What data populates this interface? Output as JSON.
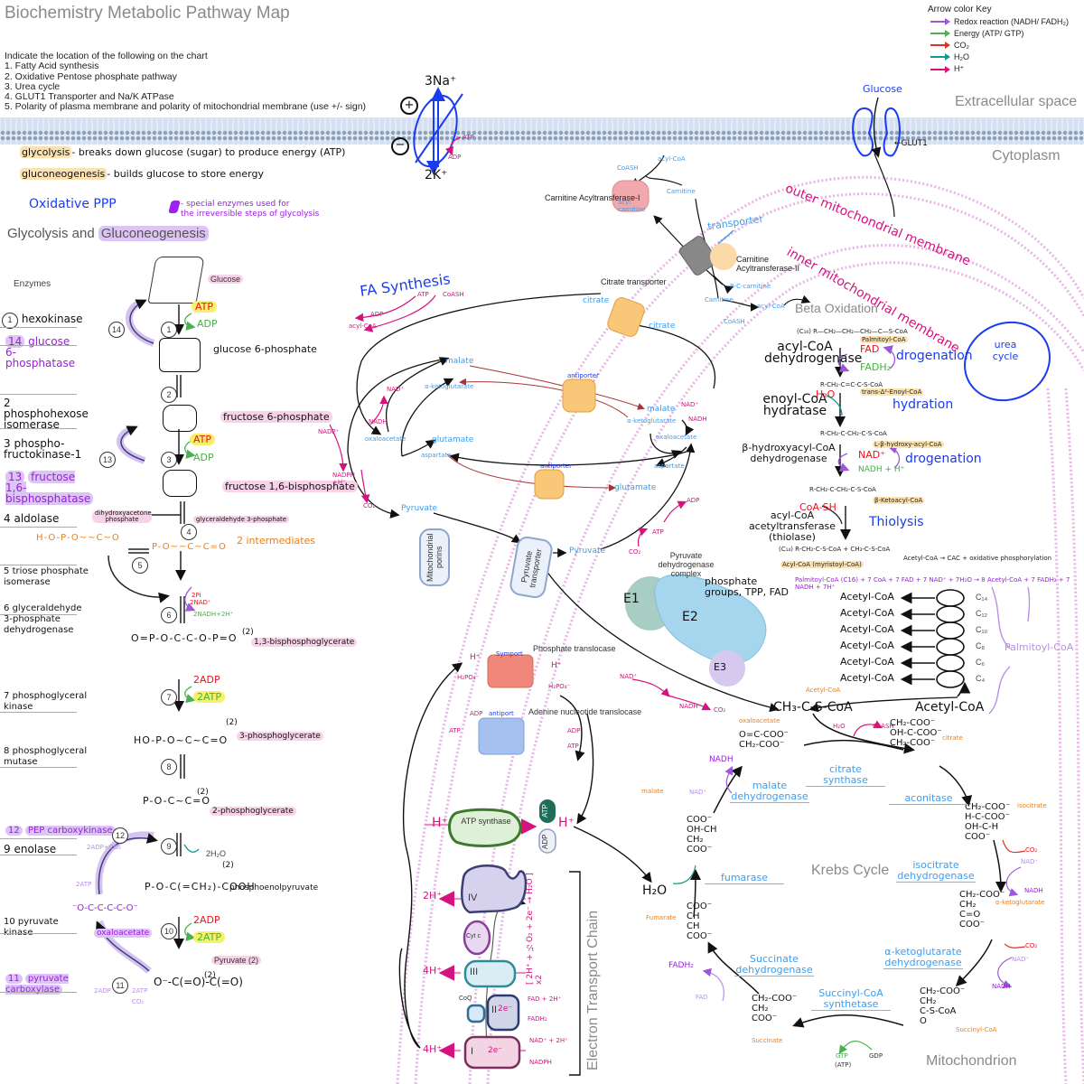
{
  "title": "Biochemistry Metabolic Pathway Map",
  "instructions": {
    "heading": "Indicate the location of the following on the chart",
    "items": [
      "1. Fatty Acid synthesis",
      "2. Oxidative Pentose phosphate pathway",
      "3. Urea cycle",
      "4. GLUT1 Transporter and Na/K ATPase",
      "5. Polarity of plasma membrane and polarity of mitochondrial membrane (use +/- sign)"
    ]
  },
  "arrow_key": {
    "title": "Arrow color Key",
    "items": [
      {
        "label": "Redox reaction (NADH/ FADH₂)",
        "color": "#9b59d9"
      },
      {
        "label": "Energy (ATP/ GTP)",
        "color": "#4caf50"
      },
      {
        "label": "CO₂",
        "color": "#d9342b"
      },
      {
        "label": "H₂O",
        "color": "#0f9a8e"
      },
      {
        "label": "H⁺",
        "color": "#d6127f"
      }
    ]
  },
  "regions": {
    "extracellular": "Extracellular space",
    "cytoplasm": "Cytoplasm",
    "outer_membrane": "outer mitochondrial membrane",
    "inner_membrane": "inner mitochondrial membrane",
    "beta_oxidation": "Beta Oxidation",
    "krebs": "Krebs Cycle",
    "mitochondrion": "Mitochondrion",
    "etc": "Electron Transport Chain",
    "fa_synthesis": "FA Synthesis",
    "urea_cycle": "urea cycle"
  },
  "plasma_membrane": {
    "na_k_pump": {
      "na": "3Na⁺",
      "k": "2K⁺",
      "atp": "ATP",
      "adp": "ADP",
      "plus": "+",
      "minus": "−"
    },
    "glut1": {
      "glucose": "Glucose",
      "label": "←GLUT1"
    }
  },
  "notes": {
    "glycolysis_term": "glycolysis",
    "glycolysis_def": "- breaks down glucose (sugar) to produce energy (ATP)",
    "gluconeo_term": "gluconeogenesis",
    "gluconeo_def": "- builds glucose to store energy",
    "oxidative_ppp": "Oxidative PPP",
    "special_enzymes_1": "- special enzymes used for",
    "special_enzymes_2": "the irreversible steps of glycolysis"
  },
  "glycolysis": {
    "section_a": "Glycolysis and ",
    "section_b": "Gluconeogenesis",
    "enzymes_header": "Enzymes",
    "enzymes": [
      {
        "num": "1",
        "name": "hexokinase"
      },
      {
        "num": "14",
        "name": "glucose 6-phosphatase"
      },
      {
        "num": "2",
        "name": "phosphohexose isomerase"
      },
      {
        "num": "3",
        "name": "phospho-fructokinase-1"
      },
      {
        "num": "13",
        "name": "fructose 1,6-bisphosphatase"
      },
      {
        "num": "4",
        "name": "aldolase"
      },
      {
        "num": "5",
        "name": "triose phosphate isomerase"
      },
      {
        "num": "6",
        "name": "glyceraldehyde 3-phosphate dehydrogenase"
      },
      {
        "num": "7",
        "name": "phosphoglyceral kinase"
      },
      {
        "num": "8",
        "name": "phosphoglyceral mutase"
      },
      {
        "num": "12",
        "name": "PEP carboxykinase"
      },
      {
        "num": "9",
        "name": "enolase"
      },
      {
        "num": "10",
        "name": "pyruvate kinase"
      },
      {
        "num": "11",
        "name": "pyruvate carboxylase"
      }
    ],
    "metabolites": {
      "glucose": "Glucose",
      "g6p": "glucose 6-phosphate",
      "f6p": "fructose 6-phosphate",
      "f16bp": "fructose 1,6-bisphosphate",
      "dhap": "dihydroxyacetone phosphate",
      "g3p": "glyceraldehyde 3-phosphate",
      "two_intermediates": "2 intermediates",
      "bpg13": "1,3-bisphosphoglycerate",
      "pg3": "3-phosphoglycerate",
      "pg2": "2-phosphoglycerate",
      "pep": "phosphoenolpyruvate",
      "pyruvate": "Pyruvate (2)",
      "oxaloacetate": "oxaloacetate",
      "x2": "(2)"
    },
    "cofactors": {
      "atp": "ATP",
      "adp": "ADP",
      "step6_in1": "2Pi",
      "step6_in2": "2NAD⁺",
      "step6_out": "2NADH+2H⁺",
      "two_adp": "2ADP",
      "two_atp": "2ATP",
      "two_h2o": "2H₂O",
      "pepck_out": "2ADP+CO₂",
      "pepck_in": "2ATP",
      "pc_out": "2ADP",
      "pc_in": "2ATP",
      "pc_co2": "CO₂"
    },
    "step_numbers": [
      "1",
      "2",
      "3",
      "4",
      "5",
      "6",
      "7",
      "8",
      "9",
      "10",
      "11",
      "12",
      "13",
      "14"
    ]
  },
  "fa_synthesis": {
    "atp": "ATP",
    "adp": "ADP",
    "coash": "CoASH",
    "acylcoa": "acyl-CoA",
    "nadp": "NADP⁺",
    "nadph": "NADPH +H⁺",
    "co2": "CO₂",
    "nad": "NAD⁺",
    "nadh": "NADH"
  },
  "shuttles": {
    "citrate_transporter": "Citrate transporter",
    "citrate": "citrate",
    "antiporter": "antiporter",
    "malate": "malate",
    "akg": "α-ketoglutarate",
    "oaa": "oxaloacetate",
    "glutamate": "glutamate",
    "aspartate": "aspartate",
    "pyruvate": "Pyruvate",
    "porins": "Mitochondrial porins",
    "pyruvate_transporter": "Pyruvate transporter",
    "adp": "ADP",
    "atp": "ATP",
    "co2": "CO₂",
    "nad": "NAD⁺",
    "nadh": "NADH"
  },
  "carnitine": {
    "cat1": "Carnitine Acyltransferase-I",
    "cat2": "Carnitine Acyltransferase-II",
    "transporter": "transporter",
    "coash": "CoASH",
    "acylcoa": "acyl-CoA",
    "carnitine": "Carnitine",
    "acylcarnitine": "acyl carnitine",
    "r_carnitine": "R-C-carnitine"
  },
  "beta_ox": {
    "palmitoyl_struct": "(C₁₆) R—CH₂—CH₂—CH₂—C—S-CoA",
    "palmitoyl": "Palmitoyl-CoA",
    "steps": [
      {
        "enzyme": "acyl-CoA dehydrogenase",
        "in": "FAD",
        "out": "FADH₂",
        "type": "drogenation",
        "product_struct": "R-CH₂-C=C-C-S-CoA",
        "product": "trans-Δ²-Enoyl-CoA"
      },
      {
        "enzyme": "enoyl-CoA hydratase",
        "in": "H₂O",
        "out": "",
        "type": "hydration",
        "product_struct": "R-CH₂-C-CH₂-C-S-CoA",
        "product": "L-β-hydroxy-acyl-CoA"
      },
      {
        "enzyme": "β-hydroxyacyl-CoA dehydrogenase",
        "in": "NAD⁺",
        "out": "NADH + H⁺",
        "type": "drogenation",
        "product_struct": "R-CH₂-C-CH₂-C-S-CoA",
        "product": "β-Ketoacyl-CoA"
      },
      {
        "enzyme": "acyl-CoA acetyltransferase (thiolase)",
        "in": "CoA-SH",
        "out": "",
        "type": "Thiolysis",
        "product_struct": "(C₁₄) R-CH₂-C-S-CoA + CH₃-C-S-CoA",
        "product": "Acyl-CoA (myristoyl-CoA)"
      }
    ],
    "acetyl_note": "Acetyl-CoA → CAC + oxidative phosphorylation",
    "equation": "Palmitoyl-CoA (C16) + 7 CoA + 7 FAD + 7 NAD⁺ + 7H₂O → 8 Acetyl-CoA + 7 FADH₂ + 7 NADH + 7H⁺",
    "spiral_products": [
      "Acetyl-CoA",
      "Acetyl-CoA",
      "Acetyl-CoA",
      "Acetyl-CoA",
      "Acetyl-CoA",
      "Acetyl-CoA"
    ],
    "carbons": [
      "C₁₄",
      "C₁₂",
      "C₁₀",
      "C₈",
      "C₆",
      "C₄"
    ],
    "palmitoyl_brace": "Palmitoyl-CoA",
    "final": "Acetyl-CoA"
  },
  "pdh": {
    "label": "Pyruvate dehydrogenase complex",
    "e1": "E1",
    "e2": "E2",
    "e3": "E3",
    "cofactors": "phosphate groups, TPP, FAD",
    "nad": "NAD⁺",
    "nadh": "NADH",
    "co2": "CO₂"
  },
  "transporters": {
    "phosphate": "Phosphate translocase",
    "symport": "Symport",
    "h": "H⁺",
    "h2po4": "H₂PO₄⁻",
    "adenine": "Adenine nucleotide translocase",
    "antiport": "antiport",
    "atp": "ATP",
    "adp": "ADP"
  },
  "etc": {
    "atp_synthase": "ATP synthase",
    "atp": "ATP",
    "adp": "ADP",
    "h": "H⁺",
    "h2o": "H₂O",
    "complexes": [
      "IV",
      "Cyt c",
      "III",
      "II",
      "CoQ",
      "I"
    ],
    "protons": [
      "2H⁺",
      "4H⁺",
      "4H⁺"
    ],
    "ii_in": "FAD + 2H⁺",
    "ii_out": "FADH₂",
    "i_in": "NAD⁺ + 2H⁺",
    "i_out": "NADPH",
    "electrons": "2e⁻",
    "equation": "[ 2H⁺ + ½O₂ + 2e⁻ → H₂O ] x2"
  },
  "krebs": {
    "acetyl_struct": "CH₃-C-S-CoA",
    "acetyl_label": "Acetyl-CoA",
    "h2o": "H₂O",
    "coash": "CoASH",
    "metabolites": [
      {
        "name": "oxaloacetate",
        "struct": [
          "O=C-COO⁻",
          "CH₂-COO⁻"
        ]
      },
      {
        "name": "citrate",
        "struct": [
          "CH₂-COO⁻",
          "OH-C-COO⁻",
          "CH₂-COO⁻"
        ]
      },
      {
        "name": "isocitrate",
        "struct": [
          "CH₂-COO⁻",
          "H-C-COO⁻",
          "OH-C-H",
          "COO⁻"
        ]
      },
      {
        "name": "α-ketoglutarate",
        "struct": [
          "CH₂-COO⁻",
          "CH₂",
          "C=O",
          "COO⁻"
        ]
      },
      {
        "name": "Succinyl-CoA",
        "struct": [
          "CH₂-COO⁻",
          "CH₂",
          "C-S-CoA",
          "O"
        ]
      },
      {
        "name": "Succinate",
        "struct": [
          "CH₂-COO⁻",
          "CH₂",
          "COO⁻"
        ]
      },
      {
        "name": "Fumarate",
        "struct": [
          "COO⁻",
          "CH",
          "CH",
          "COO⁻"
        ]
      },
      {
        "name": "malate",
        "struct": [
          "COO⁻",
          "OH-CH",
          "CH₂",
          "COO⁻"
        ]
      }
    ],
    "enzymes": [
      "citrate synthase",
      "aconitase",
      "isocitrate dehydrogenase",
      "α-ketoglutarate dehydrogenase",
      "Succinyl-CoA synthetase",
      "Succinate dehydrogenase",
      "fumarase",
      "malate dehydrogenase"
    ],
    "cofactors": {
      "co2": "CO₂",
      "nad": "NAD⁺",
      "nadh": "NADH",
      "gtp": "GTP",
      "atp": "(ATP)",
      "gdp": "GDP",
      "fad": "FAD",
      "fadh2": "FADH₂",
      "h2o": "H₂O"
    }
  }
}
